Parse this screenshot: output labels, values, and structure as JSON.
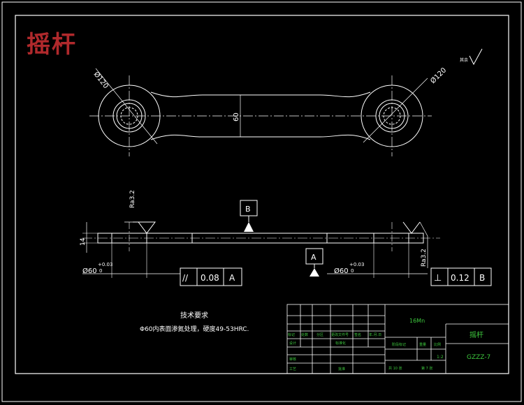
{
  "watermark": "摇杆",
  "roughness_note": "其余",
  "views": {
    "top": {
      "dia_left": "Ø120",
      "dia_right": "Ø120",
      "width": "60"
    },
    "front": {
      "thickness": "14",
      "roughness_left": "Ra3.2",
      "roughness_right": "Ra3.2",
      "datum_b": "B",
      "datum_a": "A",
      "bore_left": {
        "label": "Ø60",
        "upper": "+0.03",
        "lower": "0"
      },
      "bore_right": {
        "label": "Ø60",
        "upper": "+0.03",
        "lower": "0"
      },
      "tol_parallel": {
        "symbol": "//",
        "value": "0.08",
        "datum": "A"
      },
      "tol_perp": {
        "symbol": "⊥",
        "value": "0.12",
        "datum": "B"
      }
    }
  },
  "tech_req": {
    "title": "技术要求",
    "line1": "Φ60内表面渗氮处理，硬度49-53HRC."
  },
  "title_block": {
    "material": "16Mn",
    "part_name": "摇杆",
    "drawing_no": "GZZZ-7",
    "scale": "1:2",
    "row_labels": [
      "标记",
      "处数",
      "分区",
      "更改文件号",
      "签名",
      "年.月.日"
    ],
    "labels": {
      "designer": "设计",
      "standardize": "标准化",
      "checker": "审核",
      "process": "工艺",
      "approve": "批准",
      "stage_mark": "阶段标记",
      "weight": "重量",
      "scale": "比例",
      "sheets": "共 10 张",
      "sheet_no": "第 7 张"
    }
  }
}
